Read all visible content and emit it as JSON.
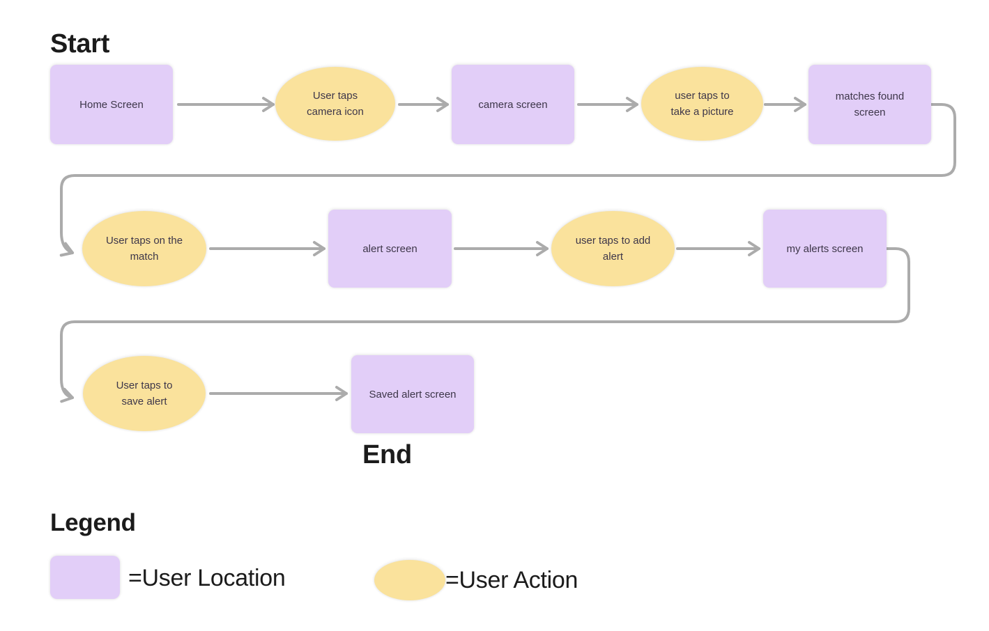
{
  "diagram": {
    "start_label": "Start",
    "end_label": "End",
    "nodes": [
      {
        "id": "home-screen",
        "type": "user-location",
        "shape": "rectangle",
        "label": "Home Screen"
      },
      {
        "id": "tap-camera-icon",
        "type": "user-action",
        "shape": "ellipse",
        "label": "User taps\ncamera icon"
      },
      {
        "id": "camera-screen",
        "type": "user-location",
        "shape": "rectangle",
        "label": "camera screen"
      },
      {
        "id": "tap-take-picture",
        "type": "user-action",
        "shape": "ellipse",
        "label": "user taps to\ntake a picture"
      },
      {
        "id": "matches-found-screen",
        "type": "user-location",
        "shape": "rectangle",
        "label": "matches found\nscreen"
      },
      {
        "id": "tap-on-match",
        "type": "user-action",
        "shape": "ellipse",
        "label": "User taps on the\nmatch"
      },
      {
        "id": "alert-screen",
        "type": "user-location",
        "shape": "rectangle",
        "label": "alert screen"
      },
      {
        "id": "tap-add-alert",
        "type": "user-action",
        "shape": "ellipse",
        "label": "user taps to add\nalert"
      },
      {
        "id": "my-alerts-screen",
        "type": "user-location",
        "shape": "rectangle",
        "label": "my alerts screen"
      },
      {
        "id": "tap-save-alert",
        "type": "user-action",
        "shape": "ellipse",
        "label": "User taps to\nsave alert"
      },
      {
        "id": "saved-alert-screen",
        "type": "user-location",
        "shape": "rectangle",
        "label": "Saved alert screen"
      }
    ],
    "flow_order": [
      "home-screen",
      "tap-camera-icon",
      "camera-screen",
      "tap-take-picture",
      "matches-found-screen",
      "tap-on-match",
      "alert-screen",
      "tap-add-alert",
      "my-alerts-screen",
      "tap-save-alert",
      "saved-alert-screen"
    ]
  },
  "legend": {
    "title": "Legend",
    "items": [
      {
        "swatch": "rectangle",
        "label": "=User Location"
      },
      {
        "swatch": "ellipse",
        "label": "=User Action"
      }
    ]
  },
  "colors": {
    "user_location_fill": "#E2CEF8",
    "user_action_fill": "#FAE29C",
    "connector": "#ABABAB",
    "node_text": "#3D3649",
    "heading_text": "#1B1B1B",
    "background": "#FFFFFF"
  }
}
